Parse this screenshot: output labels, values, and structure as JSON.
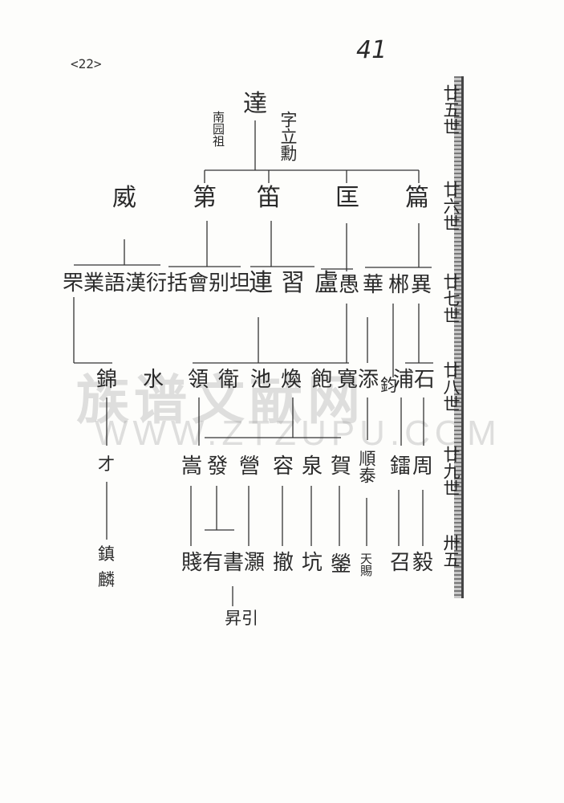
{
  "page": {
    "label": "<22>",
    "number": "41"
  },
  "generations": [
    "廿五世",
    "廿六世",
    "廿七世",
    "廿八世",
    "廿九世",
    "卅五"
  ],
  "watermark": {
    "cn": "族谱文献网",
    "en": "WWW.ZTZUPU.COM"
  },
  "tree": {
    "gen25": {
      "name": "達",
      "note_left": "南园祖",
      "note_right": "字立勳"
    },
    "gen26": [
      "威",
      "第",
      "笛",
      "匡",
      "篇"
    ],
    "gen27": [
      "罘",
      "業",
      "語",
      "漢",
      "衍",
      "括",
      "會",
      "别",
      "坦",
      "連",
      "習",
      "盧",
      "愚",
      "華",
      "郴",
      "異"
    ],
    "gen28": [
      "錦",
      "水",
      "領",
      "衛",
      "池",
      "煥",
      "飽",
      "寬",
      "添",
      "鈞",
      "浦",
      "石"
    ],
    "gen29": [
      "才",
      "嵩",
      "發",
      "營",
      "容",
      "泉",
      "賀",
      "順泰",
      "鐳",
      "周"
    ],
    "gen30": [
      "鎮",
      "麟",
      "賤",
      "有",
      "書",
      "灝",
      "撤",
      "坑",
      "鎣",
      "天賜",
      "召",
      "毅",
      "昇引"
    ]
  }
}
